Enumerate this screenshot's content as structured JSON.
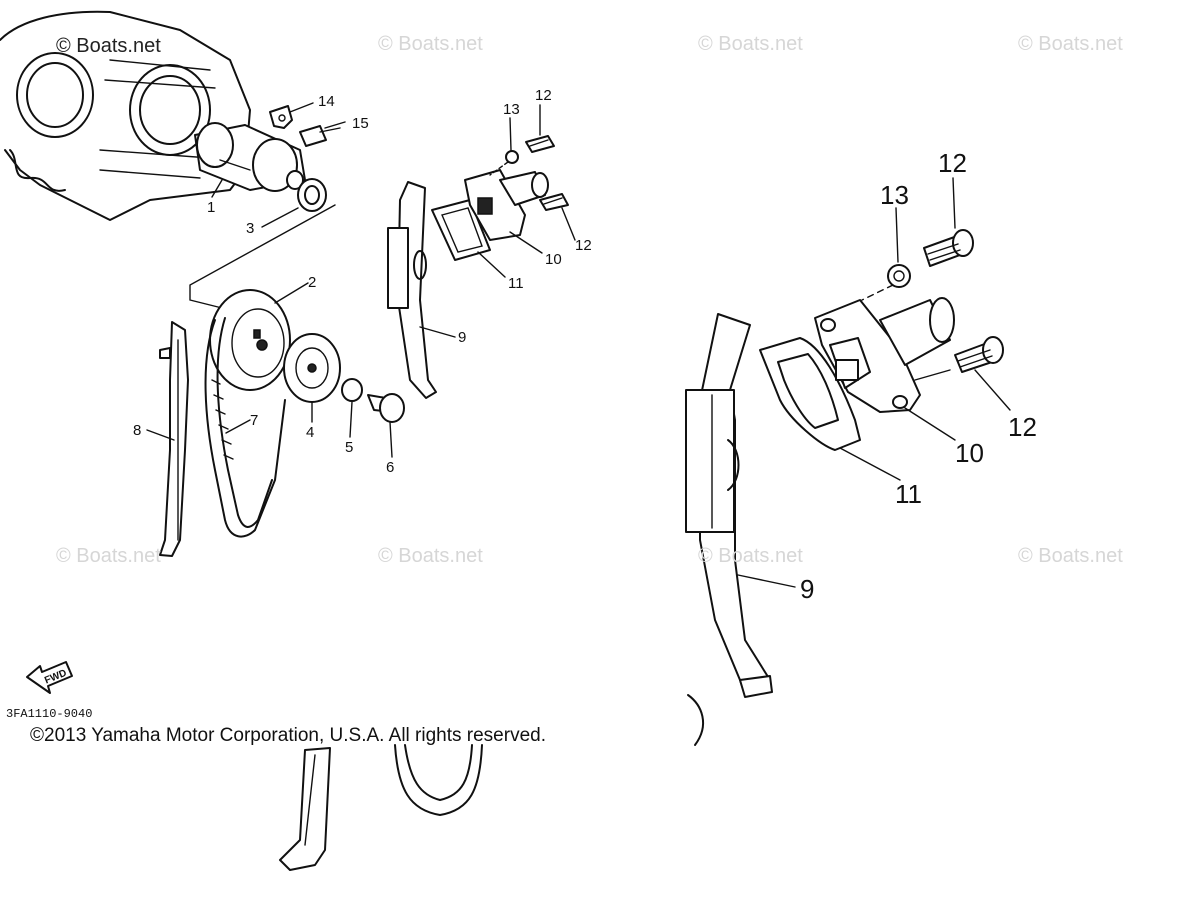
{
  "watermark_main": "© Boats.net",
  "watermarks": [
    "© Boats.net",
    "© Boats.net",
    "© Boats.net",
    "© Boats.net",
    "© Boats.net",
    "© Boats.net",
    "© Boats.net"
  ],
  "copyright": "©2013 Yamaha Motor Corporation, U.S.A. All rights reserved.",
  "diagram_code": "3FA1110-9040",
  "fwd_label": "FWD",
  "callouts_small": {
    "p1": "1",
    "p2": "2",
    "p3": "3",
    "p4": "4",
    "p5": "5",
    "p6": "6",
    "p7": "7",
    "p8": "8",
    "p9": "9",
    "p10": "10",
    "p11": "11",
    "p12a": "12",
    "p12b": "12",
    "p13": "13",
    "p14": "14",
    "p15": "15"
  },
  "callouts_large": {
    "p9": "9",
    "p10": "10",
    "p11": "11",
    "p12a": "12",
    "p12b": "12",
    "p13": "13"
  },
  "colors": {
    "line": "#111111",
    "watermark": "#d6d6d6",
    "background": "#ffffff"
  }
}
